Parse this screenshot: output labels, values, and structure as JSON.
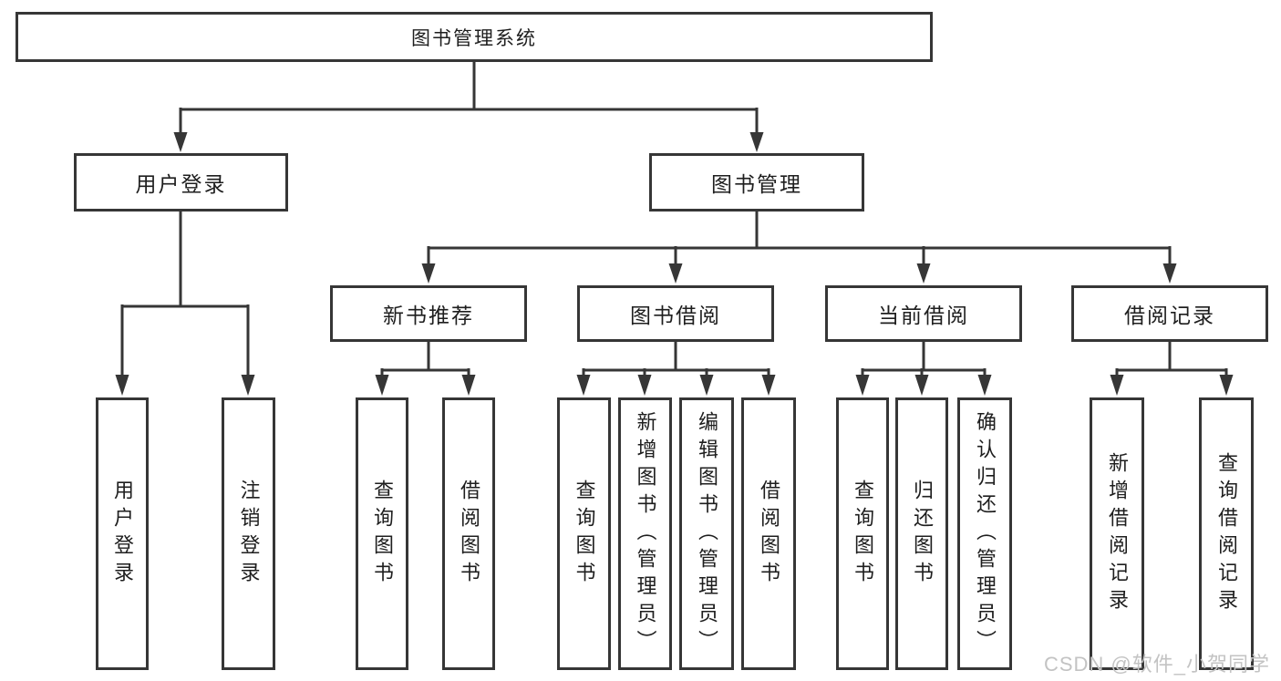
{
  "diagram": {
    "type": "tree",
    "nodes": {
      "root": {
        "label": "图书管理系统"
      },
      "user_login": {
        "label": "用户登录"
      },
      "book_management": {
        "label": "图书管理"
      },
      "new_book_recommend": {
        "label": "新书推荐"
      },
      "book_borrow": {
        "label": "图书借阅"
      },
      "current_borrow": {
        "label": "当前借阅"
      },
      "borrow_records": {
        "label": "借阅记录"
      },
      "leaf_user_login": {
        "label": "用户登录"
      },
      "leaf_logout": {
        "label": "注销登录"
      },
      "leaf_nbr_query_books": {
        "label": "查询图书"
      },
      "leaf_nbr_borrow_books": {
        "label": "借阅图书"
      },
      "leaf_bb_query_books": {
        "label": "查询图书"
      },
      "leaf_bb_add_books": {
        "label": "新增图书（管理员）"
      },
      "leaf_bb_edit_books": {
        "label": "编辑图书（管理员）"
      },
      "leaf_bb_borrow_books": {
        "label": "借阅图书"
      },
      "leaf_cb_query_books": {
        "label": "查询图书"
      },
      "leaf_cb_return_books": {
        "label": "归还图书"
      },
      "leaf_cb_confirm_return": {
        "label": "确认归还（管理员）"
      },
      "leaf_br_add_record": {
        "label": "新增借阅记录"
      },
      "leaf_br_query_record": {
        "label": "查询借阅记录"
      }
    },
    "edges": [
      {
        "from": "root",
        "to": "user_login"
      },
      {
        "from": "root",
        "to": "book_management"
      },
      {
        "from": "user_login",
        "to": "leaf_user_login"
      },
      {
        "from": "user_login",
        "to": "leaf_logout"
      },
      {
        "from": "book_management",
        "to": "new_book_recommend"
      },
      {
        "from": "book_management",
        "to": "book_borrow"
      },
      {
        "from": "book_management",
        "to": "current_borrow"
      },
      {
        "from": "book_management",
        "to": "borrow_records"
      },
      {
        "from": "new_book_recommend",
        "to": "leaf_nbr_query_books"
      },
      {
        "from": "new_book_recommend",
        "to": "leaf_nbr_borrow_books"
      },
      {
        "from": "book_borrow",
        "to": "leaf_bb_query_books"
      },
      {
        "from": "book_borrow",
        "to": "leaf_bb_add_books"
      },
      {
        "from": "book_borrow",
        "to": "leaf_bb_edit_books"
      },
      {
        "from": "book_borrow",
        "to": "leaf_bb_borrow_books"
      },
      {
        "from": "current_borrow",
        "to": "leaf_cb_query_books"
      },
      {
        "from": "current_borrow",
        "to": "leaf_cb_return_books"
      },
      {
        "from": "current_borrow",
        "to": "leaf_cb_confirm_return"
      },
      {
        "from": "borrow_records",
        "to": "leaf_br_add_record"
      },
      {
        "from": "borrow_records",
        "to": "leaf_br_query_record"
      }
    ]
  },
  "watermark": {
    "text": "CSDN @软件_小贺同学"
  },
  "colors": {
    "line": "#363636",
    "text": "#1e1e1e",
    "background": "#ffffff",
    "watermark": "#c3c3c3"
  }
}
